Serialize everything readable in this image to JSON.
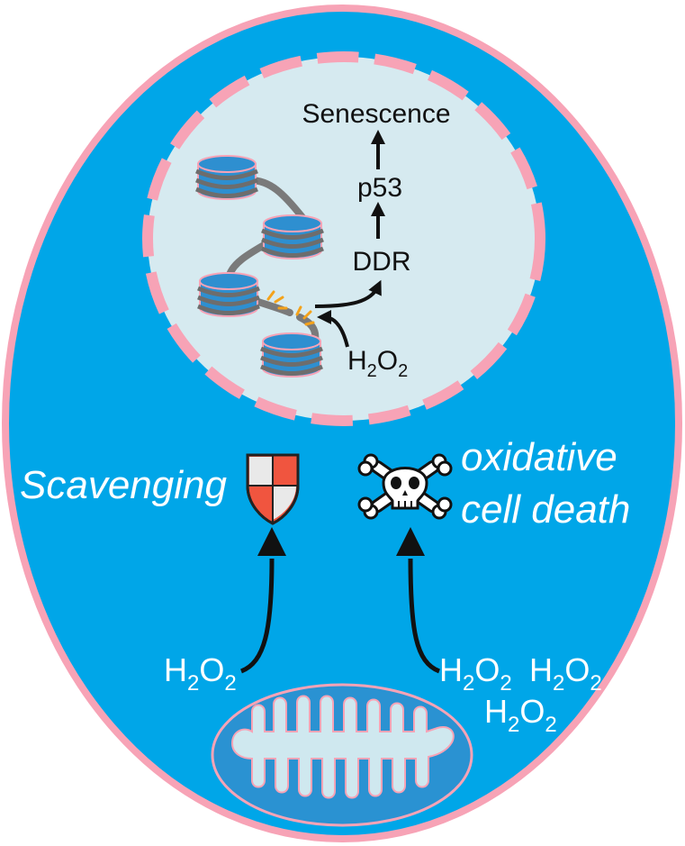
{
  "labels": {
    "senescence": "Senescence",
    "p53": "p53",
    "ddr": "DDR",
    "nucleus_h2o2": {
      "base": "H",
      "sub1": "2",
      "mid": "O",
      "sub2": "2"
    },
    "scavenging": "Scavenging",
    "oxidative_line1": "oxidative",
    "oxidative_line2": "cell death",
    "left_h2o2": {
      "base": "H",
      "sub1": "2",
      "mid": "O",
      "sub2": "2"
    },
    "right_h2o2_a": {
      "base": "H",
      "sub1": "2",
      "mid": "O",
      "sub2": "2"
    },
    "right_h2o2_b": {
      "base": "H",
      "sub1": "2",
      "mid": "O",
      "sub2": "2"
    },
    "right_h2o2_c": {
      "base": "H",
      "sub1": "2",
      "mid": "O",
      "sub2": "2"
    }
  },
  "icons": {
    "shield": "shield-icon",
    "skull": "skull-crossbones-icon",
    "mitochondrion": "mitochondrion-icon",
    "nucleosome": "nucleosome-icon",
    "dna_damage": "dna-break-icon"
  },
  "colors": {
    "cell_fill": "#00a6e8",
    "cell_border": "#f7a3b6",
    "nucleus_fill": "#d6eaf0",
    "mito_outer": "#2a92d2",
    "mito_inner": "#cfe8ef",
    "histone": "#2e8fd0",
    "dna": "#7a7a7a",
    "shield_red": "#f0553f",
    "damage_mark": "#f4a21a"
  }
}
